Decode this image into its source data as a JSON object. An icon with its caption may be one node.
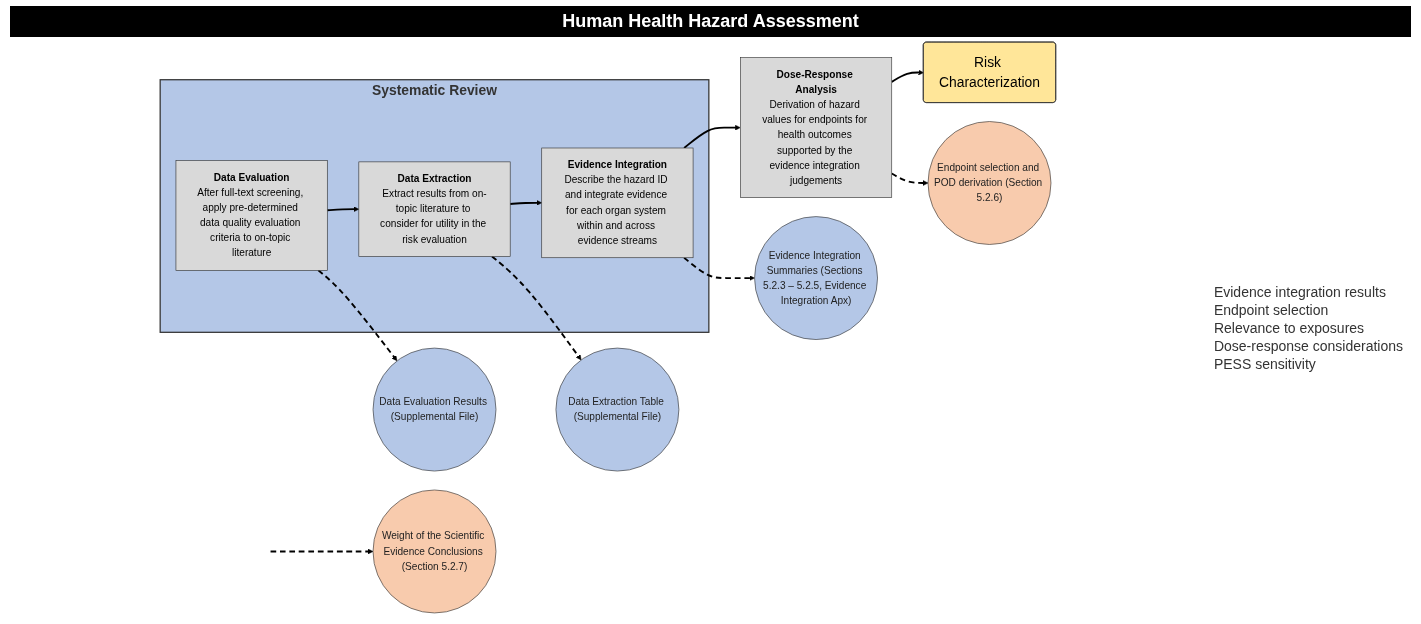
{
  "diagram": {
    "title": "Human Health Hazard Assessment",
    "nodes": [
      {
        "text": [
          "Systematic Review"
        ]
      },
      {
        "text": [
          "Data Evaluation",
          "After full-text screening, apply pre-determined data quality evaluation criteria to on-topic literature"
        ],
        "in": 0
      },
      {
        "text": [
          "Data Extraction",
          "Extract results from on-topic literature to consider for utility in the risk evaluation"
        ],
        "in": 0
      },
      {
        "text": [
          "Evidence Integration",
          "Describe the hazard ID and integrate evidence for each organ system within and across evidence streams"
        ],
        "in": 0
      },
      {
        "text": [
          "Dose-Response Analysis",
          "Derivation of hazard values for endpoints for health outcomes supported by the evidence integration judgements"
        ]
      },
      {
        "text": [
          "Risk Characterization"
        ]
      },
      {
        "text": [
          "Data Evaluation Results (Supplemental File)"
        ]
      },
      {
        "text": [
          "Data Extraction Table (Supplemental File)"
        ]
      },
      {
        "text": [
          "Evidence Integration Summaries (Sections 5.2.3 – 5.2.5, Evidence Integration Apx)"
        ]
      },
      {
        "text": [
          "Endpoint selection and POD derivation (Section 5.2.6)"
        ]
      },
      {
        "text": [
          "Weight of the Scientific Evidence Conclusions (Section 5.2.7)"
        ]
      }
    ],
    "edges": [
      {
        "from": 1,
        "to": 2,
        "arrow": "to"
      },
      {
        "from": 2,
        "to": 3,
        "arrow": "to"
      },
      {
        "from": 3,
        "to": 4,
        "arrow": "to"
      },
      {
        "from": 4,
        "to": 5,
        "arrow": "to"
      },
      {
        "from": 1,
        "to": 6,
        "arrow": "to",
        "style": "dashed"
      },
      {
        "from": 2,
        "to": 7,
        "arrow": "to",
        "style": "dashed"
      },
      {
        "from": 3,
        "to": 8,
        "arrow": "to",
        "style": "dashed"
      },
      {
        "from": 4,
        "to": 9,
        "arrow": "to",
        "style": "dashed"
      },
      {
        "from": null,
        "to": 10,
        "arrow": "to",
        "style": "dashed"
      }
    ],
    "labels": [
      "Evidence integration results",
      "Endpoint selection",
      "Relevance to exposures",
      "Dose-response considerations",
      "PESS sensitivity"
    ]
  }
}
